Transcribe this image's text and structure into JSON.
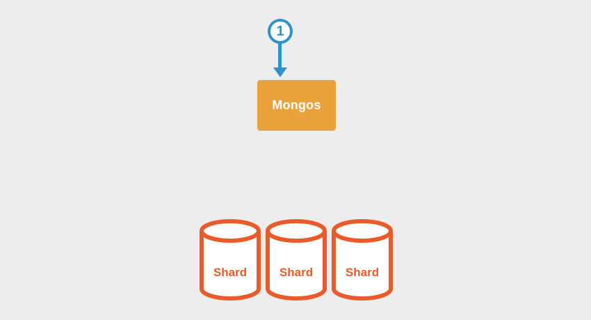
{
  "diagram": {
    "title": "mongodb-sharded-cluster-query-routing",
    "step_badge": {
      "number": "1"
    },
    "router": {
      "label": "Mongos"
    },
    "shards": [
      {
        "label": "Shard"
      },
      {
        "label": "Shard"
      },
      {
        "label": "Shard"
      }
    ],
    "colors": {
      "background": "#ededed",
      "step_blue": "#2e93c9",
      "router_orange": "#e9a23c",
      "shard_orange": "#e85c2b",
      "router_text": "#ffffff",
      "cylinder_fill": "#ffffff"
    }
  }
}
